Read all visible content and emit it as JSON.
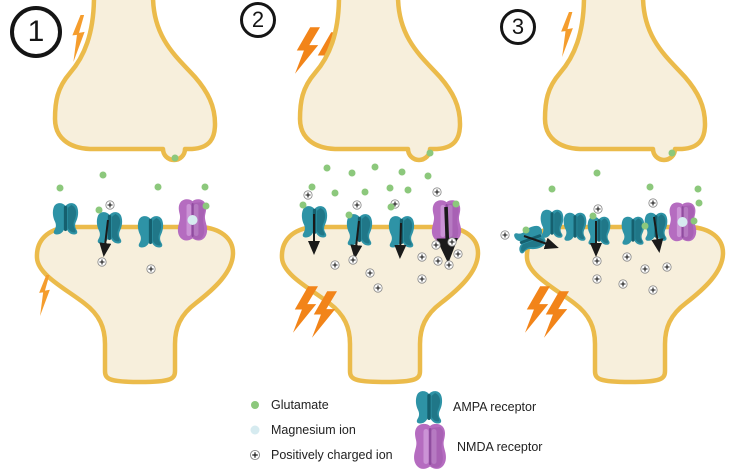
{
  "panels": [
    {
      "number": "1"
    },
    {
      "number": "2"
    },
    {
      "number": "3"
    }
  ],
  "legend": {
    "items": [
      {
        "icon": "glutamate-dot",
        "label": "Glutamate"
      },
      {
        "icon": "magnesium-dot",
        "label": "Magnesium ion"
      },
      {
        "icon": "positive-ion",
        "label": "Positively charged ion"
      }
    ],
    "receptors": [
      {
        "icon": "ampa-receptor",
        "label": "AMPA receptor"
      },
      {
        "icon": "nmda-receptor",
        "label": "NMDA receptor"
      }
    ]
  },
  "colors": {
    "membrane": "#ebbb4b",
    "cytoplasm": "#f7efdc",
    "ampa": "#2e93a6",
    "ampa_dark": "#15606f",
    "nmda": "#b56cc0",
    "nmda_dark": "#8f4d9f",
    "nmda_light": "#cb93d6",
    "glutamate": "#8cc87c",
    "magnesium": "#d6ebf0",
    "bolt": "#f28419",
    "bolt_small": "#f59d2d",
    "ink": "#151515"
  }
}
